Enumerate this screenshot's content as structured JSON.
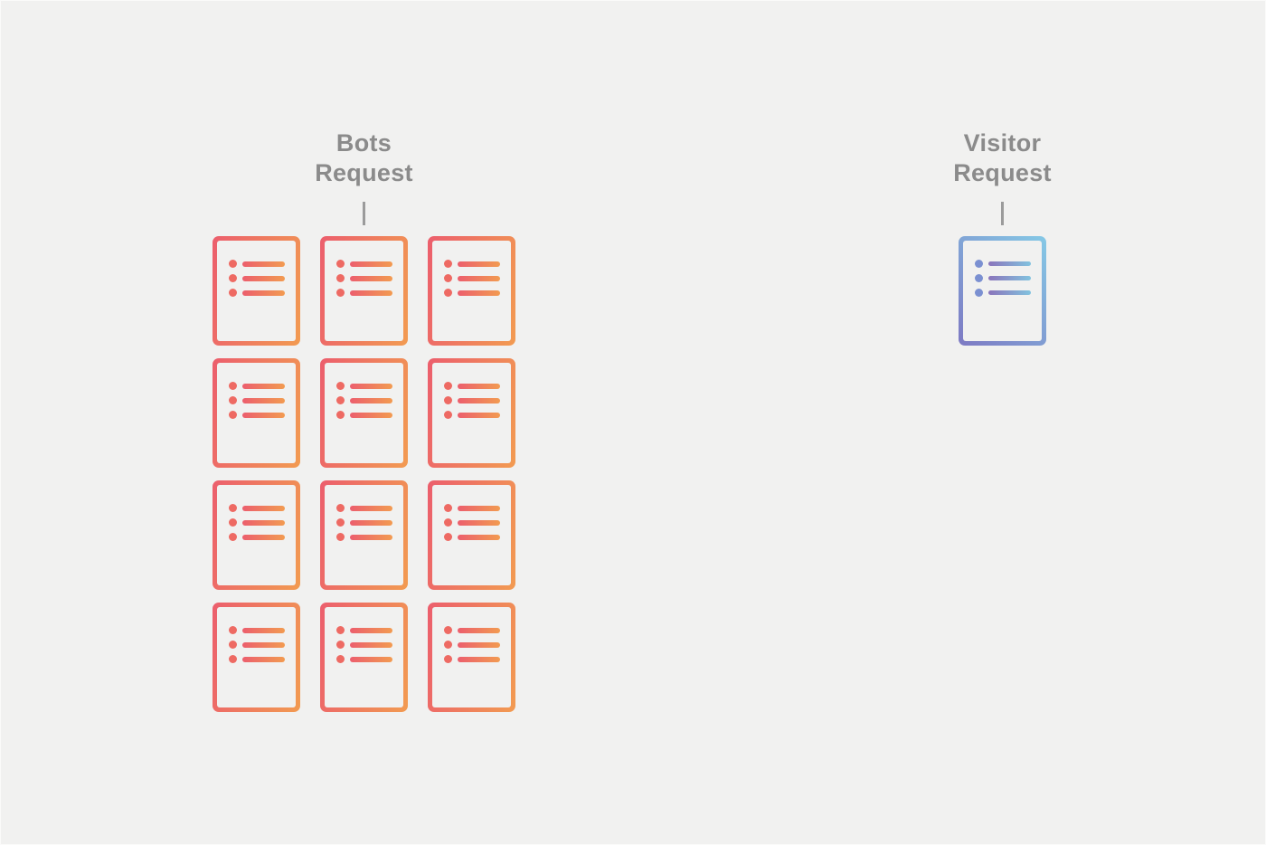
{
  "diagram": {
    "bots": {
      "title_line1": "Bots",
      "title_line2": "Request",
      "card_count": 12,
      "icon": "document-list-icon"
    },
    "visitor": {
      "title_line1": "Visitor",
      "title_line2": "Request",
      "card_count": 1,
      "icon": "document-list-icon"
    },
    "colors": {
      "background": "#F1F1F0",
      "label_text": "#8B8B8B",
      "tick": "#9B9B9B",
      "bot_gradient_from": "#EC5E6D",
      "bot_gradient_to": "#F29B51",
      "bot_bullet": "#EE6A63",
      "visitor_gradient_from": "#7D79C3",
      "visitor_gradient_to": "#85C9E6",
      "visitor_bullet": "#7B90D1",
      "visitor_bar_from": "#8A74BB",
      "visitor_bar_to": "#82C3DF"
    }
  }
}
